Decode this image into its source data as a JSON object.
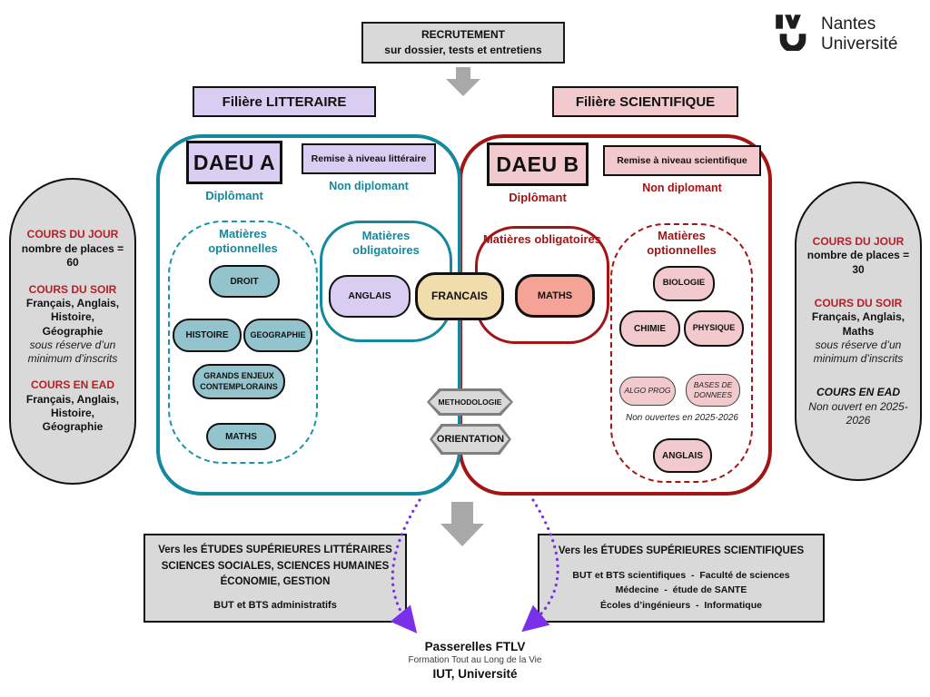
{
  "colors": {
    "teal": "#13889E",
    "dark_red": "#A31414",
    "cours_red": "#B51F27",
    "lavender": "#D9CDF2",
    "pink": "#F2C9CC",
    "teal_pill": "#93C4CE",
    "tan": "#F1DCAB",
    "salmon": "#F5A396",
    "gray": "#D9D9D9",
    "purple": "#7A2FE8"
  },
  "top": {
    "recruitment_title": "RECRUTEMENT",
    "recruitment_subtitle": "sur dossier, tests et entretiens"
  },
  "logo": {
    "line1": "Nantes",
    "line2": "Université"
  },
  "litteraire": {
    "header": "Filière LITTERAIRE",
    "daeu": "DAEU A",
    "daeu_status": "Diplômant",
    "remise": "Remise à niveau littéraire",
    "remise_status": "Non diplomant",
    "optionnelles_title": "Matières optionnelles",
    "opt_pills": [
      "DROIT",
      "HISTOIRE",
      "GEOGRAPHIE",
      "GRANDS ENJEUX CONTEMPLORAINS",
      "MATHS"
    ],
    "obligatoires_title": "Matières obligatoires",
    "oblig_pill": "ANGLAIS"
  },
  "shared": {
    "francais_pill": "FRANCAIS",
    "methodologie": "METHODOLOGIE",
    "orientation": "ORIENTATION"
  },
  "scientifique": {
    "header": "Filière SCIENTIFIQUE",
    "daeu": "DAEU B",
    "daeu_status": "Diplômant",
    "remise": "Remise à niveau scientifique",
    "remise_status": "Non diplomant",
    "obligatoires_title": "Matières obligatoires",
    "oblig_pill": "MATHS",
    "optionnelles_title": "Matières optionnelles",
    "opt_pills": [
      "BIOLOGIE",
      "CHIMIE",
      "PHYSIQUE"
    ],
    "closed_pills": [
      "ALGO PROG",
      "BASES DE DONNEES"
    ],
    "closed_note": "Non ouvertes en 2025-2026",
    "opt_pill_anglais": "ANGLAIS"
  },
  "left_oval": {
    "s1_title": "COURS DU JOUR",
    "s1_body": "nombre de places = 60",
    "s2_title": "COURS DU SOIR",
    "s2_body": "Français, Anglais, Histoire, Géographie",
    "s2_note": "sous réserve d’un minimum d’inscrits",
    "s3_title": "COURS EN EAD",
    "s3_body": "Français, Anglais, Histoire, Géographie"
  },
  "right_oval": {
    "s1_title": "COURS DU JOUR",
    "s1_body": "nombre de places = 30",
    "s2_title": "COURS DU SOIR",
    "s2_body": "Français, Anglais, Maths",
    "s2_note": "sous réserve d’un minimum d’inscrits",
    "s3_title": "COURS EN EAD",
    "s3_body": "Non ouvert en 2025-2026"
  },
  "bottom_left_box": {
    "line1": "Vers les ÉTUDES SUPÉRIEURES LITTÉRAIRES",
    "line2": "SCIENCES SOCIALES, SCIENCES HUMAINES",
    "line3": "ÉCONOMIE, GESTION",
    "footer": "BUT et BTS administratifs"
  },
  "bottom_right_box": {
    "title": "Vers les ÉTUDES SUPÉRIEURES SCIENTIFIQUES",
    "line1": "BUT et BTS scientifiques  -  Faculté de sciences",
    "line2": "Médecine  -  étude de SANTE",
    "line3": "Écoles d’ingénieurs  -  Informatique"
  },
  "passerelles": {
    "title": "Passerelles FTLV",
    "subtitle": "Formation Tout au Long de la Vie",
    "destination": "IUT, Université"
  }
}
